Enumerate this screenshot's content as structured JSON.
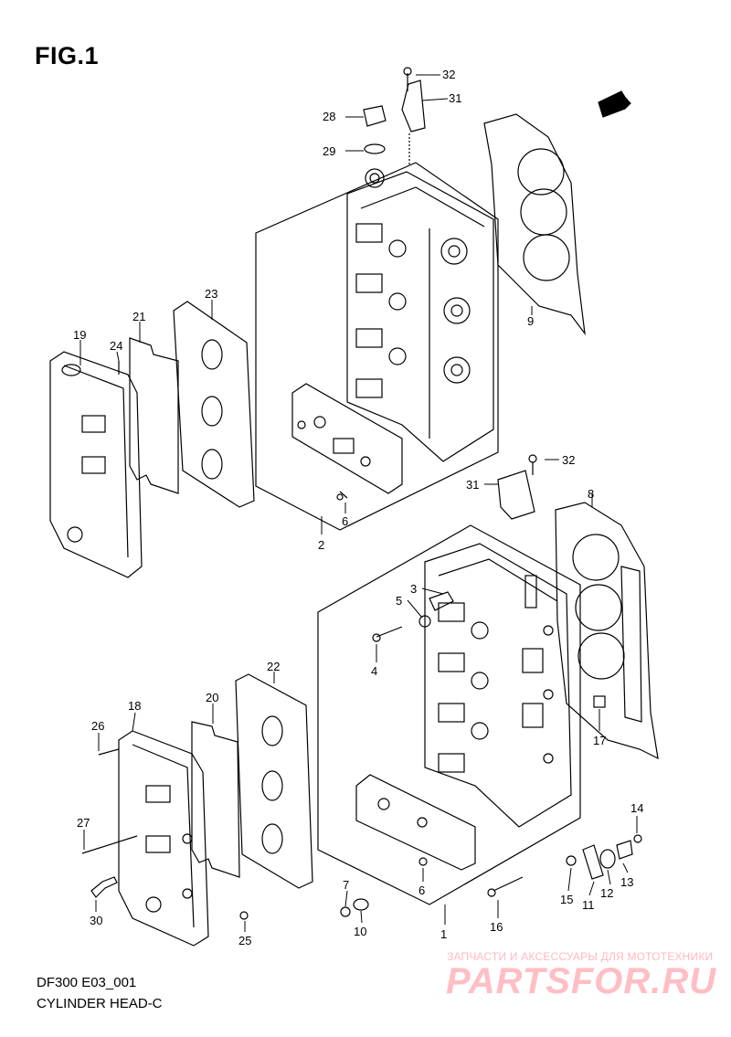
{
  "figure_title": "FIG.1",
  "diagram_code": "DF300 E03_001",
  "diagram_name": "CYLINDER HEAD-C",
  "fwd_label": "FWD",
  "watermark": {
    "tagline": "ЗАПЧАСТИ И АКСЕССУАРЫ ДЛЯ МОТОТЕХНИКИ",
    "brand": "PARTSFOR.RU"
  },
  "callouts": [
    "1",
    "2",
    "3",
    "4",
    "5",
    "6",
    "6",
    "7",
    "8",
    "9",
    "10",
    "11",
    "12",
    "13",
    "14",
    "15",
    "16",
    "17",
    "18",
    "19",
    "20",
    "21",
    "22",
    "23",
    "24",
    "25",
    "26",
    "27",
    "28",
    "29",
    "30",
    "31",
    "31",
    "32",
    "32"
  ]
}
